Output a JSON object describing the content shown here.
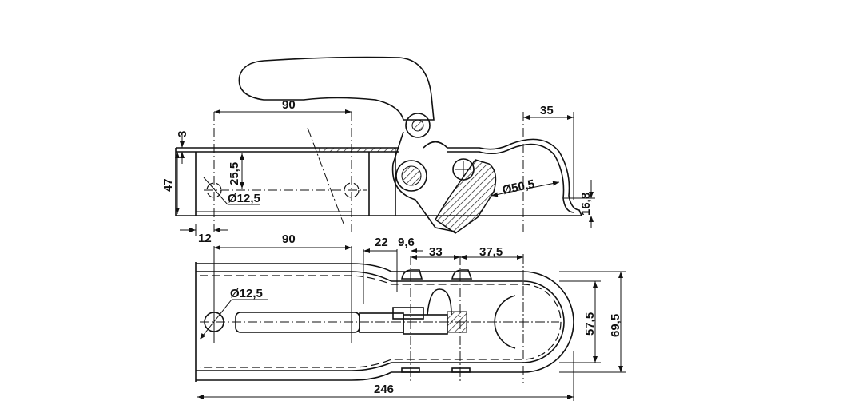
{
  "side_view": {
    "dim_length_top": "90",
    "dim_wall": "3",
    "dim_height": "47",
    "dim_hole_height": "25,5",
    "dim_hole_diameter": "Ø12,5",
    "dim_hole_offset": "12",
    "dim_ball_offset": "35",
    "dim_ball_diameter": "Ø50,5",
    "dim_ball_height": "16,8"
  },
  "top_view": {
    "dim_hole_spacing": "90",
    "dim_a": "22",
    "dim_b": "9,6",
    "dim_c": "33",
    "dim_d": "37,5",
    "dim_hole_diameter": "Ø12,5",
    "dim_inner_width": "57,5",
    "dim_outer_width": "69,5",
    "dim_total_length": "246"
  }
}
